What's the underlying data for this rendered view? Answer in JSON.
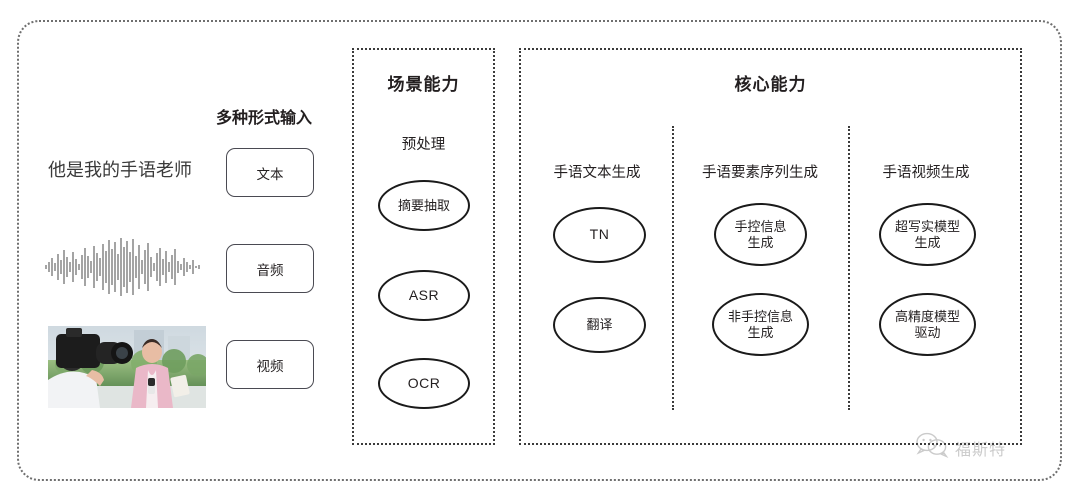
{
  "input_panel": {
    "heading": "多种形式输入",
    "sample_text": "他是我的手语老师",
    "modalities": [
      {
        "label": "文本"
      },
      {
        "label": "音频"
      },
      {
        "label": "视频"
      }
    ]
  },
  "scene_section": {
    "title": "场景能力",
    "group_label": "预处理",
    "nodes": [
      {
        "line1": "摘要抽取",
        "line2": ""
      },
      {
        "line1": "ASR",
        "line2": ""
      },
      {
        "line1": "OCR",
        "line2": ""
      }
    ]
  },
  "core_section": {
    "title": "核心能力",
    "columns": [
      {
        "label": "手语文本生成",
        "nodes": [
          {
            "line1": "TN",
            "line2": ""
          },
          {
            "line1": "翻译",
            "line2": ""
          }
        ]
      },
      {
        "label": "手语要素序列生成",
        "nodes": [
          {
            "line1": "手控信息",
            "line2": "生成"
          },
          {
            "line1": "非手控信息",
            "line2": "生成"
          }
        ]
      },
      {
        "label": "手语视频生成",
        "nodes": [
          {
            "line1": "超写实模型",
            "line2": "生成"
          },
          {
            "line1": "高精度模型",
            "line2": "驱动"
          }
        ]
      }
    ]
  },
  "watermark": {
    "text": "福斯特",
    "icon": "wechat-icon"
  },
  "colors": {
    "frame": "#6f6f6f",
    "dashed": "#3b3b3b",
    "node_stroke": "#1a1a1a",
    "text": "#231f20"
  }
}
